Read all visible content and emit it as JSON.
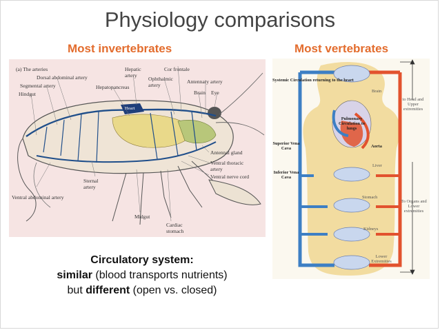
{
  "slide": {
    "title": "Physiology comparisons",
    "left_heading": "Most invertebrates",
    "right_heading": "Most vertebrates"
  },
  "invertebrate_diagram": {
    "panel_label": "(a) The arteries",
    "labels": {
      "dorsal_abdominal_artery": "Dorsal abdominal artery",
      "segmental_artery": "Segmental artery",
      "hindgut": "Hindgut",
      "hepatic_artery": "Hepatic artery",
      "hepatopancreas": "Hepatopancreas",
      "ophthalmic_artery": "Ophthalmic artery",
      "cor_frontale": "Cor frontale",
      "antennary_artery": "Antennary artery",
      "brain": "Brain",
      "eye": "Eye",
      "heart": "Heart",
      "antennal_gland": "Antennal gland",
      "ventral_thoracic_artery": "Ventral thoracic artery",
      "ventral_nerve_cord": "Ventral nerve cord",
      "sternal_artery": "Sternal artery",
      "ventral_abdominal_artery": "Ventral abdominal artery",
      "midgut": "Midgut",
      "cardiac_stomach": "Cardiac stomach"
    }
  },
  "vertebrate_diagram": {
    "labels": {
      "systemic_circulation": "Systemic Circulation returning to the heart",
      "superior_vena_cava": "Superior Vena Cava",
      "inferior_vena_cava": "Inferior Vena Cava",
      "brain": "Brain",
      "pulmonary_circulation": "Pulmonary Circulation to lungs",
      "aorta": "Aorta",
      "liver": "Liver",
      "stomach": "Stomach",
      "kidneys": "Kidneys",
      "lower_extremities": "Lower Extremities",
      "to_head": "to Head and Upper extremities",
      "to_organs": "To Organs and Lower extremities"
    },
    "colors": {
      "venous": "#3d7fc4",
      "arterial": "#e2522e",
      "body": "#f2dca0"
    }
  },
  "caption": {
    "line1": "Circulatory system:",
    "line2_bold": "similar",
    "line2_rest": " (blood transports nutrients)",
    "line3_prefix": "but ",
    "line3_bold": "different",
    "line3_rest": " (open vs. closed)"
  }
}
